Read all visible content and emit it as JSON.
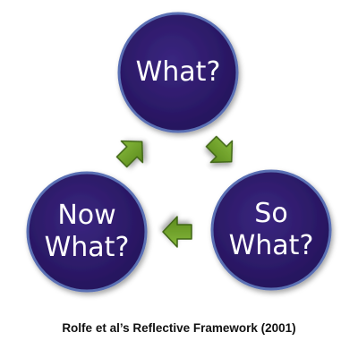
{
  "nodes": {
    "what": "What?",
    "so_what": "So\nWhat?",
    "now_what": "Now\nWhat?"
  },
  "caption": "Rolfe et al’s Reflective Framework (2001)",
  "colors": {
    "circle_fill": "#2d1b6b",
    "circle_border": "#5a6fb4",
    "arrow_fill": "#6fa12a",
    "arrow_border": "#3f6515"
  }
}
